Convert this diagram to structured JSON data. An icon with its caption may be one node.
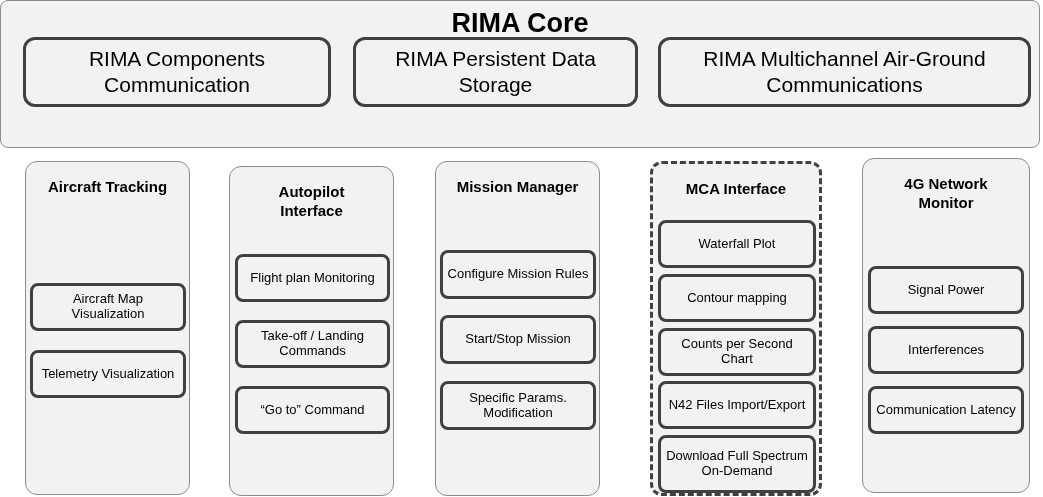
{
  "diagram": {
    "nodes": [
      {
        "text": [
          "RIMA Core"
        ]
      },
      {
        "text": [
          "RIMA Components Communication"
        ],
        "in": 0
      },
      {
        "text": [
          "RIMA Persistent Data Storage"
        ],
        "in": 0
      },
      {
        "text": [
          "RIMA Multichannel Air-Ground Communications"
        ],
        "in": 0
      },
      {
        "text": [
          "Aircraft Tracking"
        ]
      },
      {
        "text": [
          "Aircraft Map Visualization"
        ],
        "in": 4
      },
      {
        "text": [
          "Telemetry Visualization"
        ],
        "in": 4
      },
      {
        "text": [
          "Autopilot Interface"
        ]
      },
      {
        "text": [
          "Flight plan Monitoring"
        ],
        "in": 7
      },
      {
        "text": [
          "Take-off / Landing Commands"
        ],
        "in": 7
      },
      {
        "text": [
          "“Go to” Command"
        ],
        "in": 7
      },
      {
        "text": [
          "Mission Manager"
        ]
      },
      {
        "text": [
          "Configure Mission Rules"
        ],
        "in": 11
      },
      {
        "text": [
          "Start/Stop Mission"
        ],
        "in": 11
      },
      {
        "text": [
          "Specific Params. Modification"
        ],
        "in": 11
      },
      {
        "text": [
          "MCA Interface"
        ]
      },
      {
        "text": [
          "Waterfall Plot"
        ],
        "in": 15
      },
      {
        "text": [
          "Contour mapping"
        ],
        "in": 15
      },
      {
        "text": [
          "Counts per Second Chart"
        ],
        "in": 15
      },
      {
        "text": [
          "N42 Files Import/Export"
        ],
        "in": 15
      },
      {
        "text": [
          "Download Full Spectrum On-Demand"
        ],
        "in": 15
      },
      {
        "text": [
          "4G Network Monitor"
        ]
      },
      {
        "text": [
          "Signal Power"
        ],
        "in": 21
      },
      {
        "text": [
          "Interferences"
        ],
        "in": 21
      },
      {
        "text": [
          "Communication Latency"
        ],
        "in": 21
      }
    ]
  }
}
